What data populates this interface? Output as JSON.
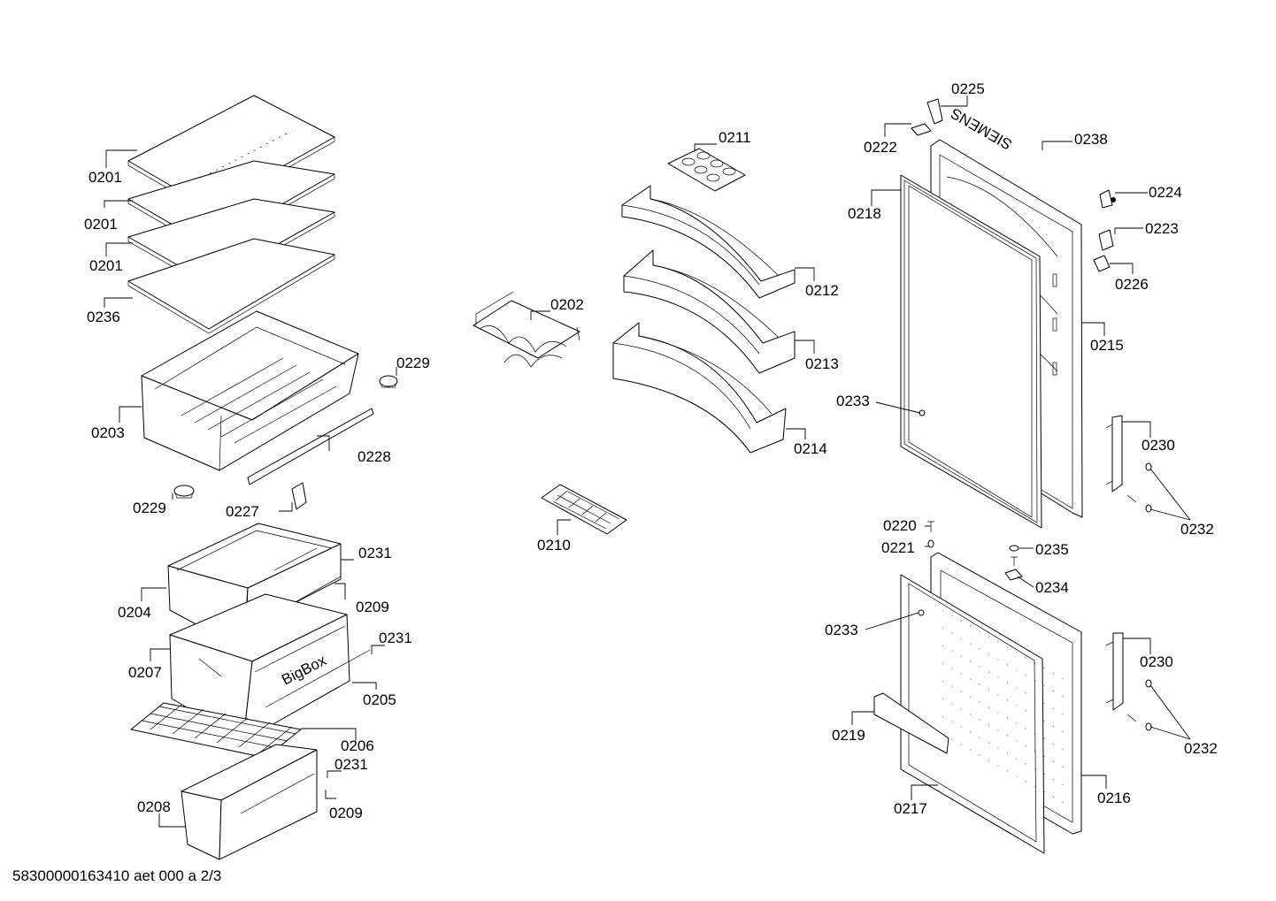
{
  "footer": "58300000163410 aet 000 a 2/3",
  "brand_mark": "SIEMENS",
  "drawer_brand": "BigBox",
  "callouts": [
    {
      "id": "c0201a",
      "label": "0201"
    },
    {
      "id": "c0201b",
      "label": "0201"
    },
    {
      "id": "c0201c",
      "label": "0201"
    },
    {
      "id": "c0236",
      "label": "0236"
    },
    {
      "id": "c0203",
      "label": "0203"
    },
    {
      "id": "c0229a",
      "label": "0229"
    },
    {
      "id": "c0228",
      "label": "0228"
    },
    {
      "id": "c0229b",
      "label": "0229"
    },
    {
      "id": "c0227",
      "label": "0227"
    },
    {
      "id": "c0231a",
      "label": "0231"
    },
    {
      "id": "c0204",
      "label": "0204"
    },
    {
      "id": "c0209a",
      "label": "0209"
    },
    {
      "id": "c0231b",
      "label": "0231"
    },
    {
      "id": "c0207",
      "label": "0207"
    },
    {
      "id": "c0205",
      "label": "0205"
    },
    {
      "id": "c0206",
      "label": "0206"
    },
    {
      "id": "c0231c",
      "label": "0231"
    },
    {
      "id": "c0208",
      "label": "0208"
    },
    {
      "id": "c0209b",
      "label": "0209"
    },
    {
      "id": "c0202",
      "label": "0202"
    },
    {
      "id": "c0211",
      "label": "0211"
    },
    {
      "id": "c0212",
      "label": "0212"
    },
    {
      "id": "c0213",
      "label": "0213"
    },
    {
      "id": "c0214",
      "label": "0214"
    },
    {
      "id": "c0210",
      "label": "0210"
    },
    {
      "id": "c0225",
      "label": "0225"
    },
    {
      "id": "c0222",
      "label": "0222"
    },
    {
      "id": "c0238",
      "label": "0238"
    },
    {
      "id": "c0218",
      "label": "0218"
    },
    {
      "id": "c0224",
      "label": "0224"
    },
    {
      "id": "c0223",
      "label": "0223"
    },
    {
      "id": "c0226",
      "label": "0226"
    },
    {
      "id": "c0215",
      "label": "0215"
    },
    {
      "id": "c0233a",
      "label": "0233"
    },
    {
      "id": "c0230a",
      "label": "0230"
    },
    {
      "id": "c0232a",
      "label": "0232"
    },
    {
      "id": "c0220",
      "label": "0220"
    },
    {
      "id": "c0221",
      "label": "0221"
    },
    {
      "id": "c0235",
      "label": "0235"
    },
    {
      "id": "c0234",
      "label": "0234"
    },
    {
      "id": "c0233b",
      "label": "0233"
    },
    {
      "id": "c0230b",
      "label": "0230"
    },
    {
      "id": "c0219",
      "label": "0219"
    },
    {
      "id": "c0232b",
      "label": "0232"
    },
    {
      "id": "c0216",
      "label": "0216"
    },
    {
      "id": "c0217",
      "label": "0217"
    }
  ]
}
